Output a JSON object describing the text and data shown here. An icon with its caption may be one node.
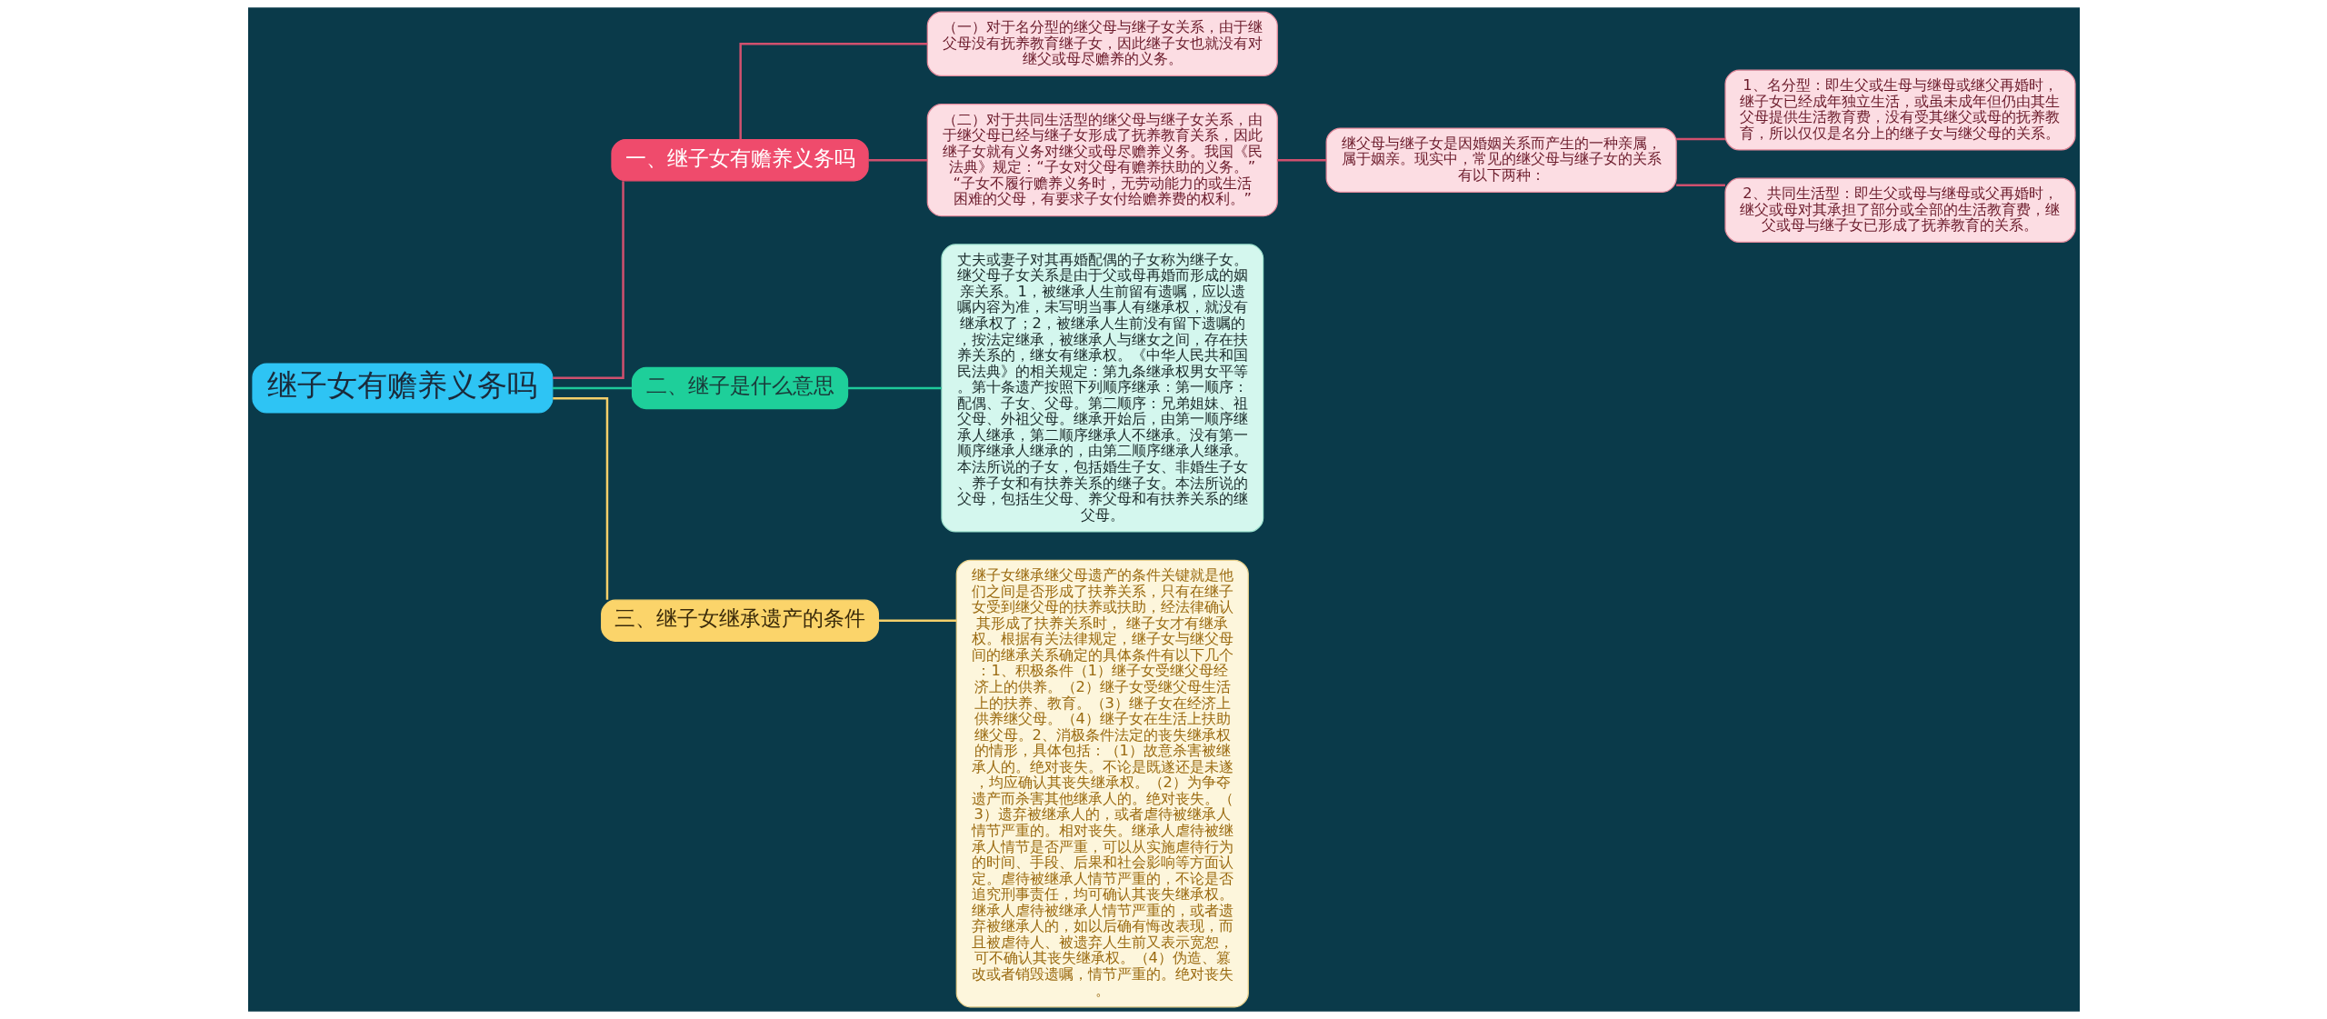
{
  "diagram": {
    "nodes": [
      {
        "text": [
          "继子女有赡养义务吗"
        ]
      },
      {
        "text": [
          "一、继子女有赡养义务吗"
        ]
      },
      {
        "text": [
          "（一）对于名分型的继父母与继子女关系，由于继父母没有抚养教育继子女，因此继子女也就没有对继父或母尽赡养的义务。"
        ]
      },
      {
        "text": [
          "（二）对于共同生活型的继父母与继子女关系，由于继父母已经与继子女形成了抚养教育关系，因此继子女就有义务对继父或母尽赡养义务。我国《民法典》规定：“子女对父母有赡养扶助的义务。” “子女不履行赡养义务时，无劳动能力的或生活困难的父母，有要求子女付给赡养费的权利。”"
        ]
      },
      {
        "text": [
          "继父母与继子女是因婚姻关系而产生的一种亲属，属于姻亲。现实中，常见的继父母与继子女的关系有以下两种："
        ]
      },
      {
        "text": [
          "1、名分型：即生父或生母与继母或继父再婚时，继子女已经成年独立生活，或虽未成年但仍由其生父母提供生活教育费，没有受其继父或母的抚养教育，所以仅仅是名分上的继子女与继父母的关系。"
        ]
      },
      {
        "text": [
          "2、共同生活型：即生父或母与继母或父再婚时，继父或母对其承担了部分或全部的生活教育费，继父或母与继子女已形成了抚养教育的关系。"
        ]
      },
      {
        "text": [
          "二、继子是什么意思"
        ]
      },
      {
        "text": [
          "丈夫或妻子对其再婚配偶的子女称为继子女。继父母子女关系是由于父或母再婚而形成的姻亲关系。1，被继承人生前留有遗嘱，应以遗嘱内容为准，未写明当事人有继承权，就没有继承权了；2，被继承人生前没有留下遗嘱的，按法定继承，被继承人与继女之间，存在扶养关系的，继女有继承权。《中华人民共和国民法典》的相关规定：第九条继承权男女平等。第十条遗产按照下列顺序继承：第一顺序：配偶、子女、父母。第二顺序：兄弟姐妹、祖父母、外祖父母。继承开始后，由第一顺序继承人继承，第二顺序继承人不继承。没有第一顺序继承人继承的，由第二顺序继承人继承。本法所说的子女，包括婚生子女、非婚生子女、养子女和有扶养关系的继子女。本法所说的父母，包括生父母、养父母和有扶养关系的继父母。"
        ]
      },
      {
        "text": [
          "三、继子女继承遗产的条件"
        ]
      },
      {
        "text": [
          "继子女继承继父母遗产的条件关键就是他们之间是否形成了扶养关系，只有在继子女受到继父母的扶养或扶助，经法律确认其形成了扶养关系时， 继子女才有继承权。根据有关法律规定，继子女与继父母间的继承关系确定的具体条件有以下几个：1、积极条件（1）继子女受继父母经济上的供养。（2）继子女受继父母生活上的扶养、教育。（3）继子女在经济上供养继父母。（4）继子女在生活上扶助继父母。2、消极条件法定的丧失继承权的情形，具体包括：（1）故意杀害被继承人的。绝对丧失。不论是既遂还是未遂，均应确认其丧失继承权。（2）为争夺遗产而杀害其他继承人的。绝对丧失。（3）遗弃被继承人的，或者虐待被继承人情节严重的。相对丧失。继承人虐待被继承人情节是否严重，可以从实施虐待行为的时间、手段、后果和社会影响等方面认定。虐待被继承人情节严重的，不论是否追究刑事责任，均可确认其丧失继承权。继承人虐待被继承人情节严重的，或者遗弃被继承人的，如以后确有悔改表现，而且被虐待人、被遗弃人生前又表示宽恕，可不确认其丧失继承权。（4）伪造、篡改或者销毁遗嘱，情节严重的。绝对丧失。"
        ]
      }
    ],
    "edges": [
      {
        "from": 0,
        "to": 1,
        "arrow": "none"
      },
      {
        "from": 1,
        "to": 2,
        "arrow": "none"
      },
      {
        "from": 1,
        "to": 3,
        "arrow": "none"
      },
      {
        "from": 3,
        "to": 4,
        "arrow": "none"
      },
      {
        "from": 4,
        "to": 5,
        "arrow": "none"
      },
      {
        "from": 4,
        "to": 6,
        "arrow": "none"
      },
      {
        "from": 0,
        "to": 7,
        "arrow": "none",
        "color": "#1ec99a"
      },
      {
        "from": 7,
        "to": 8,
        "arrow": "none",
        "color": "#1ec99a"
      },
      {
        "from": 0,
        "to": 9,
        "arrow": "none",
        "color": "#f5cf6a"
      },
      {
        "from": 9,
        "to": 10,
        "arrow": "none",
        "color": "#f5cf6a"
      }
    ]
  }
}
